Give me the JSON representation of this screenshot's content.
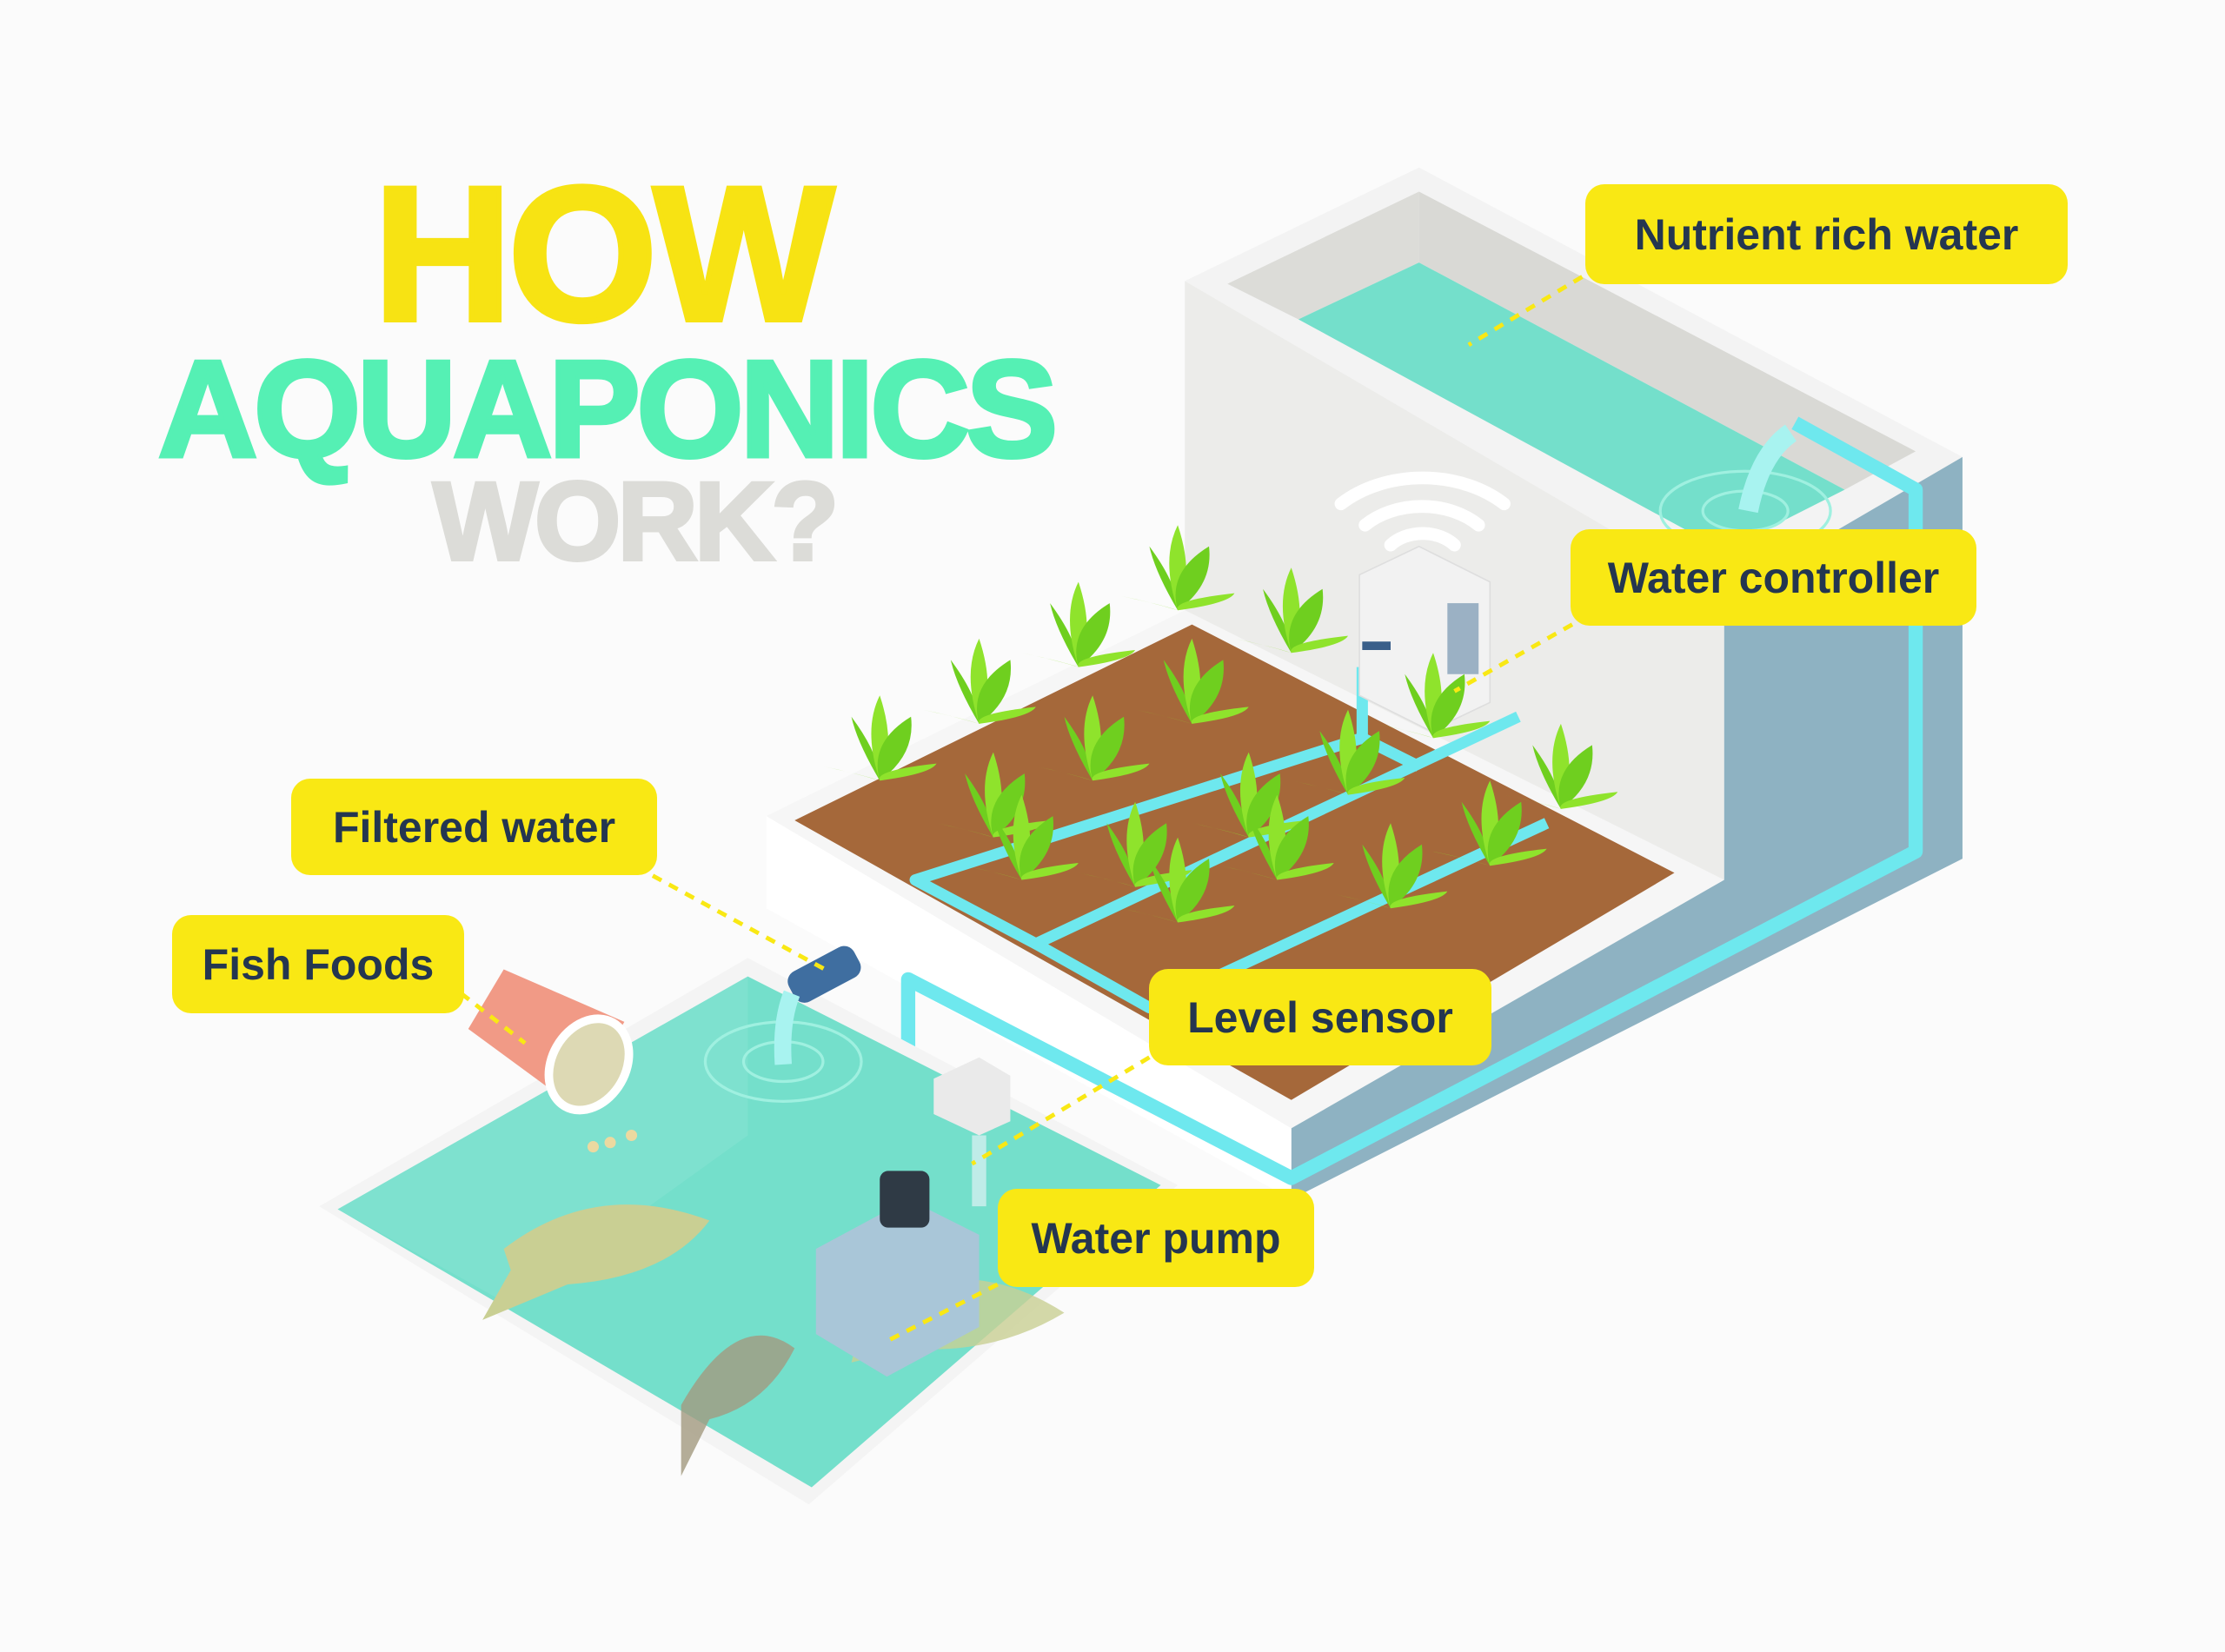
{
  "title": {
    "line1": "HOW",
    "line2": "AQUAPONICS",
    "line3": "WORK?"
  },
  "labels": {
    "nutrient_rich_water": "Nutrient rich water",
    "water_controller": "Water controller",
    "filtered_water": "Filtered water",
    "fish_foods": "Fish Foods",
    "level_sensor": "Level sensor",
    "water_pump": "Water pump"
  },
  "colors": {
    "title_yellow": "#f7e313",
    "title_green": "#55f0b4",
    "title_gray": "#dcdcd8",
    "label_bg": "#f9e814",
    "label_text": "#243650",
    "water": "#74dfcb",
    "soil": "#a5683a",
    "plant": "#8fe32c",
    "pipe": "#6ee8ee"
  }
}
